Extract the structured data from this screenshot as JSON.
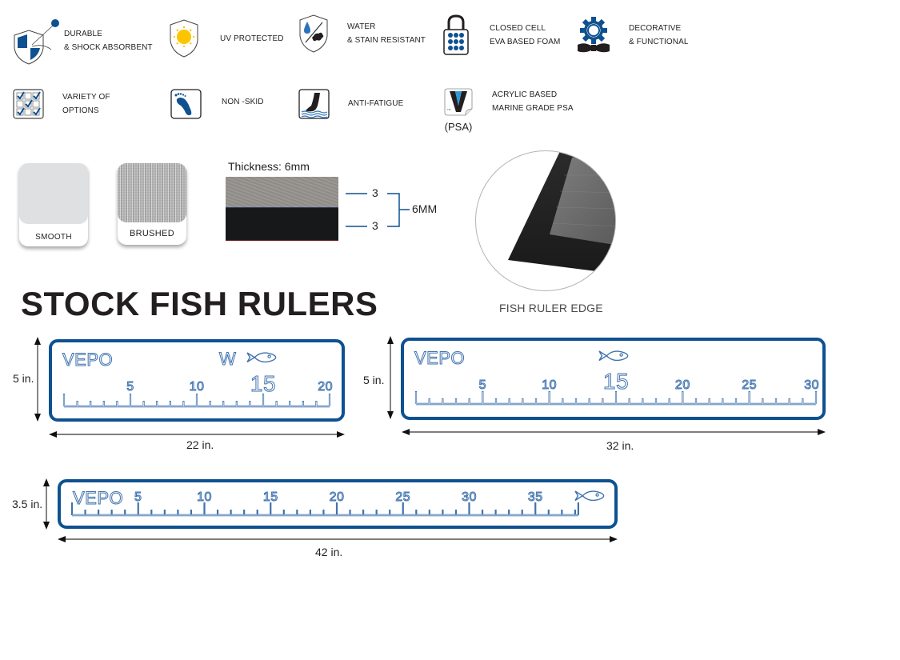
{
  "features": [
    {
      "icon": "shield-impact-icon",
      "lines": [
        "DURABLE",
        "& SHOCK ABSORBENT"
      ]
    },
    {
      "icon": "sun-shield-icon",
      "lines": [
        "UV PROTECTED"
      ]
    },
    {
      "icon": "water-stain-shield-icon",
      "lines": [
        "WATER",
        "& STAIN RESISTANT"
      ]
    },
    {
      "icon": "padlock-cells-icon",
      "lines": [
        "CLOSED CELL",
        "EVA BASED FOAM"
      ]
    },
    {
      "icon": "gear-bowtie-icon",
      "lines": [
        "DECORATIVE",
        "& FUNCTIONAL"
      ]
    },
    {
      "icon": "checkbox-grid-icon",
      "lines": [
        "VARIETY OF",
        "OPTIONS"
      ]
    },
    {
      "icon": "footprint-icon",
      "lines": [
        "NON -SKID"
      ]
    },
    {
      "icon": "foot-water-icon",
      "lines": [
        "ANTI-FATIGUE"
      ]
    },
    {
      "icon": "v-logo-peel-icon",
      "icon_caption": "(PSA)",
      "lines": [
        "ACRYLIC BASED",
        "MARINE GRADE PSA"
      ]
    }
  ],
  "finishes": [
    {
      "name": "SMOOTH"
    },
    {
      "name": "BRUSHED"
    }
  ],
  "thickness": {
    "title": "Thickness: 6mm",
    "layers": [
      "3",
      "3"
    ],
    "total": "6MM"
  },
  "edge": {
    "caption": "FISH RULER EDGE"
  },
  "section_title": "STOCK FISH RULERS",
  "colors": {
    "brand_blue": "#0f5190",
    "ruler_outline": "#3f72ad",
    "text_dark": "#231f20"
  },
  "rulers": [
    {
      "brand": "VEPO",
      "extra_mark": "W",
      "has_fish": true,
      "height_label": "5 in.",
      "width_label": "22 in.",
      "max": 20,
      "labels": [
        "5",
        "10",
        "15",
        "20"
      ],
      "large_label": "15"
    },
    {
      "brand": "VEPO",
      "extra_mark": "",
      "has_fish": true,
      "height_label": "5 in.",
      "width_label": "32 in.",
      "max": 30,
      "labels": [
        "5",
        "10",
        "15",
        "20",
        "25",
        "30"
      ],
      "large_label": "15"
    },
    {
      "brand": "VEPO",
      "extra_mark": "",
      "has_fish": true,
      "height_label": "3.5 in.",
      "width_label": "42 in.",
      "max": 40,
      "labels": [
        "5",
        "10",
        "15",
        "20",
        "25",
        "30",
        "35"
      ],
      "large_label": ""
    }
  ]
}
